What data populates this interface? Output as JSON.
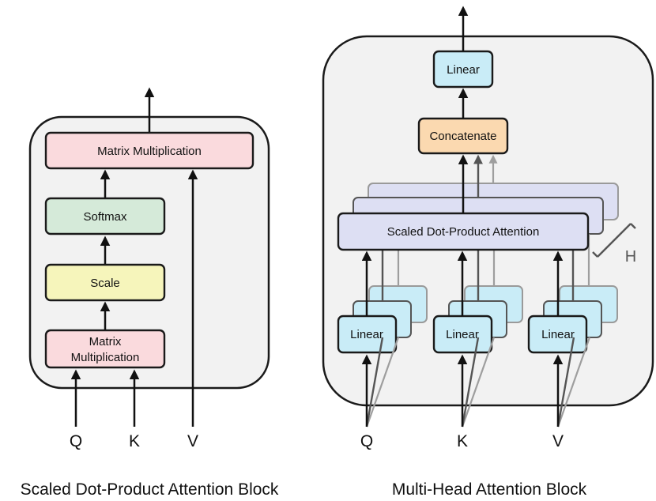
{
  "scaled_dot_product": {
    "caption": "Scaled Dot-Product Attention Block",
    "matmul_top": "Matrix Multiplication",
    "softmax": "Softmax",
    "scale": "Scale",
    "matmul_bottom_line1": "Matrix",
    "matmul_bottom_line2": "Multiplication",
    "inputs": [
      "Q",
      "K",
      "V"
    ]
  },
  "multi_head": {
    "caption": "Multi-Head Attention Block",
    "linear_out": "Linear",
    "concatenate": "Concatenate",
    "attention": "Scaled Dot-Product Attention",
    "head_count_label": "H",
    "linears": [
      "Linear",
      "Linear",
      "Linear"
    ],
    "inputs": [
      "Q",
      "K",
      "V"
    ]
  },
  "colors": {
    "panel": "#f2f2f2",
    "pink": "#fadadd",
    "green": "#d5ead9",
    "yellow": "#f6f5bb",
    "blue": "#c9ecf7",
    "orange": "#fbd9b0",
    "lavender": "#dddff3"
  }
}
